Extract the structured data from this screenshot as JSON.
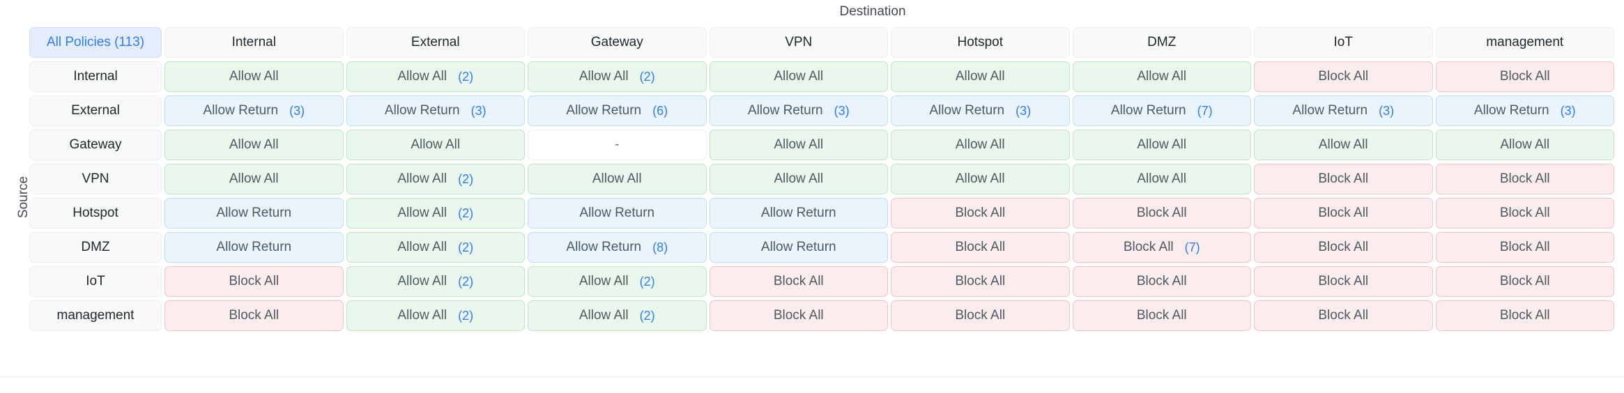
{
  "axis": {
    "destination_label": "Destination",
    "source_label": "Source"
  },
  "corner": {
    "label": "All Policies (113)",
    "count": 113
  },
  "colors": {
    "accent": "#2f7df4",
    "allow_bg": "#eaf7ec",
    "allow_border": "#bfe6c6",
    "return_bg": "#e9f4fd",
    "return_border": "#bfdff5",
    "block_bg": "#fbeced",
    "block_border": "#f2c4c6",
    "header_bg": "#f8fafa",
    "corner_bg": "#e3edfb"
  },
  "columns": [
    "Internal",
    "External",
    "Gateway",
    "VPN",
    "Hotspot",
    "DMZ",
    "IoT",
    "management"
  ],
  "rows": [
    "Internal",
    "External",
    "Gateway",
    "VPN",
    "Hotspot",
    "DMZ",
    "IoT",
    "management"
  ],
  "labels": {
    "allow_all": "Allow All",
    "allow_return": "Allow Return",
    "block_all": "Block All",
    "none": "-"
  },
  "chart_data": {
    "type": "heatmap",
    "title": "",
    "xlabel": "Destination",
    "ylabel": "Source",
    "categories_x": [
      "Internal",
      "External",
      "Gateway",
      "VPN",
      "Hotspot",
      "DMZ",
      "IoT",
      "management"
    ],
    "categories_y": [
      "Internal",
      "External",
      "Gateway",
      "VPN",
      "Hotspot",
      "DMZ",
      "IoT",
      "management"
    ],
    "legend": [
      "Allow All",
      "Allow Return",
      "Block All",
      "-"
    ],
    "cells": [
      [
        {
          "state": "allow",
          "label": "Allow All",
          "count": ""
        },
        {
          "state": "allow",
          "label": "Allow All",
          "count": "(2)"
        },
        {
          "state": "allow",
          "label": "Allow All",
          "count": "(2)"
        },
        {
          "state": "allow",
          "label": "Allow All",
          "count": ""
        },
        {
          "state": "allow",
          "label": "Allow All",
          "count": ""
        },
        {
          "state": "allow",
          "label": "Allow All",
          "count": ""
        },
        {
          "state": "block",
          "label": "Block All",
          "count": ""
        },
        {
          "state": "block",
          "label": "Block All",
          "count": ""
        }
      ],
      [
        {
          "state": "return",
          "label": "Allow Return",
          "count": "(3)"
        },
        {
          "state": "return",
          "label": "Allow Return",
          "count": "(3)"
        },
        {
          "state": "return",
          "label": "Allow Return",
          "count": "(6)"
        },
        {
          "state": "return",
          "label": "Allow Return",
          "count": "(3)"
        },
        {
          "state": "return",
          "label": "Allow Return",
          "count": "(3)"
        },
        {
          "state": "return",
          "label": "Allow Return",
          "count": "(7)"
        },
        {
          "state": "return",
          "label": "Allow Return",
          "count": "(3)"
        },
        {
          "state": "return",
          "label": "Allow Return",
          "count": "(3)"
        }
      ],
      [
        {
          "state": "allow",
          "label": "Allow All",
          "count": ""
        },
        {
          "state": "allow",
          "label": "Allow All",
          "count": ""
        },
        {
          "state": "none",
          "label": "-",
          "count": ""
        },
        {
          "state": "allow",
          "label": "Allow All",
          "count": ""
        },
        {
          "state": "allow",
          "label": "Allow All",
          "count": ""
        },
        {
          "state": "allow",
          "label": "Allow All",
          "count": ""
        },
        {
          "state": "allow",
          "label": "Allow All",
          "count": ""
        },
        {
          "state": "allow",
          "label": "Allow All",
          "count": ""
        }
      ],
      [
        {
          "state": "allow",
          "label": "Allow All",
          "count": ""
        },
        {
          "state": "allow",
          "label": "Allow All",
          "count": "(2)"
        },
        {
          "state": "allow",
          "label": "Allow All",
          "count": ""
        },
        {
          "state": "allow",
          "label": "Allow All",
          "count": ""
        },
        {
          "state": "allow",
          "label": "Allow All",
          "count": ""
        },
        {
          "state": "allow",
          "label": "Allow All",
          "count": ""
        },
        {
          "state": "block",
          "label": "Block All",
          "count": ""
        },
        {
          "state": "block",
          "label": "Block All",
          "count": ""
        }
      ],
      [
        {
          "state": "return",
          "label": "Allow Return",
          "count": ""
        },
        {
          "state": "allow",
          "label": "Allow All",
          "count": "(2)"
        },
        {
          "state": "return",
          "label": "Allow Return",
          "count": ""
        },
        {
          "state": "return",
          "label": "Allow Return",
          "count": ""
        },
        {
          "state": "block",
          "label": "Block All",
          "count": ""
        },
        {
          "state": "block",
          "label": "Block All",
          "count": ""
        },
        {
          "state": "block",
          "label": "Block All",
          "count": ""
        },
        {
          "state": "block",
          "label": "Block All",
          "count": ""
        }
      ],
      [
        {
          "state": "return",
          "label": "Allow Return",
          "count": ""
        },
        {
          "state": "allow",
          "label": "Allow All",
          "count": "(2)"
        },
        {
          "state": "return",
          "label": "Allow Return",
          "count": "(8)"
        },
        {
          "state": "return",
          "label": "Allow Return",
          "count": ""
        },
        {
          "state": "block",
          "label": "Block All",
          "count": ""
        },
        {
          "state": "block",
          "label": "Block All",
          "count": "(7)"
        },
        {
          "state": "block",
          "label": "Block All",
          "count": ""
        },
        {
          "state": "block",
          "label": "Block All",
          "count": ""
        }
      ],
      [
        {
          "state": "block",
          "label": "Block All",
          "count": ""
        },
        {
          "state": "allow",
          "label": "Allow All",
          "count": "(2)"
        },
        {
          "state": "allow",
          "label": "Allow All",
          "count": "(2)"
        },
        {
          "state": "block",
          "label": "Block All",
          "count": ""
        },
        {
          "state": "block",
          "label": "Block All",
          "count": ""
        },
        {
          "state": "block",
          "label": "Block All",
          "count": ""
        },
        {
          "state": "block",
          "label": "Block All",
          "count": ""
        },
        {
          "state": "block",
          "label": "Block All",
          "count": ""
        }
      ],
      [
        {
          "state": "block",
          "label": "Block All",
          "count": ""
        },
        {
          "state": "allow",
          "label": "Allow All",
          "count": "(2)"
        },
        {
          "state": "allow",
          "label": "Allow All",
          "count": "(2)"
        },
        {
          "state": "block",
          "label": "Block All",
          "count": ""
        },
        {
          "state": "block",
          "label": "Block All",
          "count": ""
        },
        {
          "state": "block",
          "label": "Block All",
          "count": ""
        },
        {
          "state": "block",
          "label": "Block All",
          "count": ""
        },
        {
          "state": "block",
          "label": "Block All",
          "count": ""
        }
      ]
    ]
  }
}
